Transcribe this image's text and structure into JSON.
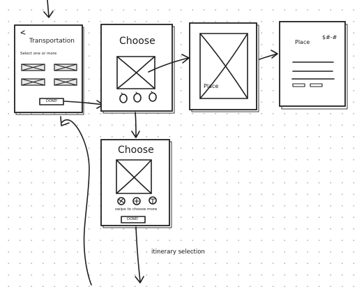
{
  "screens": {
    "transportation": {
      "title": "Transportation",
      "subtitle": "Select one or more",
      "done_label": "DONE!",
      "back_icon": "chevron-left-icon"
    },
    "choose": {
      "title": "Choose"
    },
    "place_photo": {
      "label": "Place"
    },
    "place_detail": {
      "title": "Place",
      "price": "$#-#"
    },
    "choose_swipe": {
      "title": "Choose",
      "hint": "swipe to choose more",
      "done_label": "DONE!"
    }
  },
  "annotations": {
    "itinerary": "itinerary selection"
  }
}
